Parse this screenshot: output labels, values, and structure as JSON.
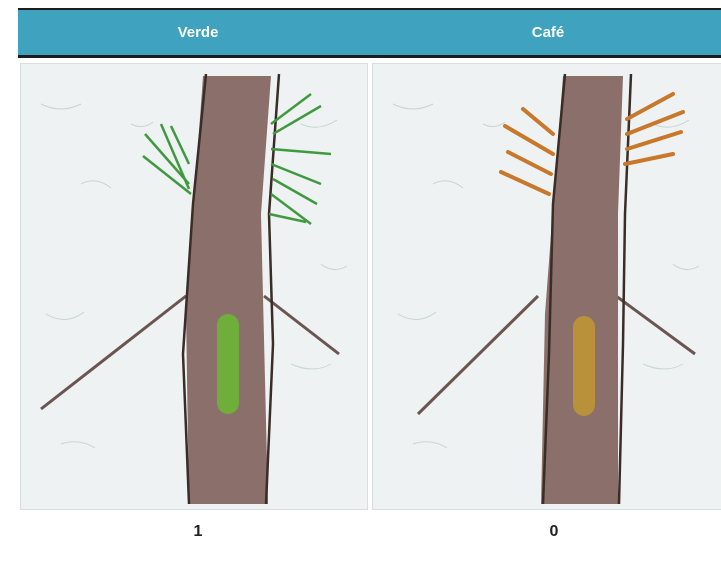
{
  "columns": [
    {
      "title": "Verde",
      "score": "1",
      "needle_color": "#3f9a3f",
      "patch_color": "#6fae3b"
    },
    {
      "title": "Café",
      "score": "0",
      "needle_color": "#c9772a",
      "patch_color": "#b9913a"
    }
  ],
  "colors": {
    "header": "#3fa2bf",
    "trunk": "#8a6f6b",
    "outline": "#3a2c26"
  }
}
